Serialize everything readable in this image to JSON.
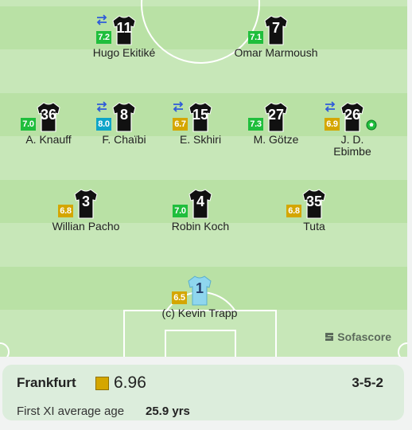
{
  "colors": {
    "rating_green": "#1fbe3c",
    "rating_cyan": "#0ea5c8",
    "rating_amber": "#d4a600",
    "pitch_light": "#c7e7b8",
    "pitch_dark": "#b9e1a5",
    "sub_arrow": "#2f5bd9"
  },
  "lineup": {
    "forwards": [
      {
        "number": "11",
        "name": "Hugo Ekitiké",
        "rating": "7.2",
        "rating_color": "#1fbe3c",
        "substituted": true,
        "goal": false
      },
      {
        "number": "7",
        "name": "Omar Marmoush",
        "rating": "7.1",
        "rating_color": "#1fbe3c",
        "substituted": false,
        "goal": false
      }
    ],
    "midfielders": [
      {
        "number": "36",
        "name": "A. Knauff",
        "rating": "7.0",
        "rating_color": "#1fbe3c",
        "substituted": false,
        "goal": false
      },
      {
        "number": "8",
        "name": "F. Chaïbi",
        "rating": "8.0",
        "rating_color": "#0ea5c8",
        "substituted": true,
        "goal": false
      },
      {
        "number": "15",
        "name": "E. Skhiri",
        "rating": "6.7",
        "rating_color": "#d4a600",
        "substituted": true,
        "goal": false
      },
      {
        "number": "27",
        "name": "M. Götze",
        "rating": "7.3",
        "rating_color": "#1fbe3c",
        "substituted": false,
        "goal": false
      },
      {
        "number": "26",
        "name": "J. D. Ebimbe",
        "rating": "6.9",
        "rating_color": "#d4a600",
        "substituted": true,
        "goal": true
      }
    ],
    "defenders": [
      {
        "number": "3",
        "name": "Willian Pacho",
        "rating": "6.8",
        "rating_color": "#d4a600",
        "substituted": false,
        "goal": false
      },
      {
        "number": "4",
        "name": "Robin Koch",
        "rating": "7.0",
        "rating_color": "#1fbe3c",
        "substituted": false,
        "goal": false
      },
      {
        "number": "35",
        "name": "Tuta",
        "rating": "6.8",
        "rating_color": "#d4a600",
        "substituted": false,
        "goal": false
      }
    ],
    "goalkeeper": {
      "number": "1",
      "name": "(c) Kevin Trapp",
      "rating": "6.5",
      "rating_color": "#d4a600",
      "substituted": false,
      "goal": false
    }
  },
  "watermark": {
    "label": "Sofascore"
  },
  "team_card": {
    "team_name": "Frankfurt",
    "average_rating": "6.96",
    "formation": "3-5-2",
    "age_label": "First XI average age",
    "age_value": "25.9 yrs"
  }
}
